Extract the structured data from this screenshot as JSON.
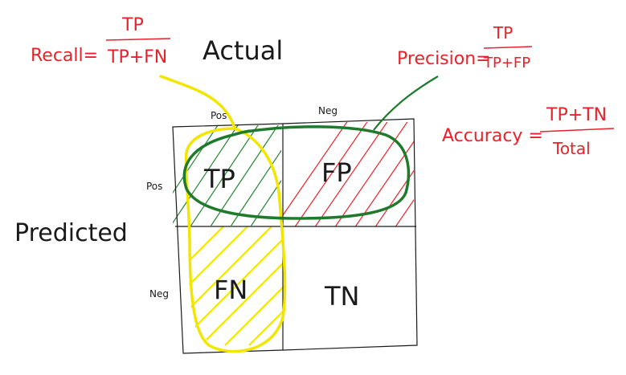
{
  "recall": {
    "label": "Recall=",
    "numerator": "TP",
    "denominator": "TP+FN"
  },
  "precision": {
    "label": "Precision=",
    "numerator": "TP",
    "denominator": "TP+FP"
  },
  "accuracy": {
    "label": "Accuracy =",
    "numerator": "TP+TN",
    "denominator": "Total"
  },
  "axes": {
    "actual": "Actual",
    "predicted": "Predicted",
    "col_pos": "Pos",
    "col_neg": "Neg",
    "row_pos": "Pos",
    "row_neg": "Neg"
  },
  "cells": {
    "tp": "TP",
    "fp": "FP",
    "fn": "FN",
    "tn": "TN"
  },
  "colors": {
    "formula": "#e8222a",
    "ink": "#1a1a1a",
    "recall_loop": "#f2e600",
    "precision_loop": "#1f7a2c",
    "tp_hatch": "#2e8b3a",
    "fp_hatch": "#e8222a",
    "fn_hatch": "#f2e600"
  }
}
